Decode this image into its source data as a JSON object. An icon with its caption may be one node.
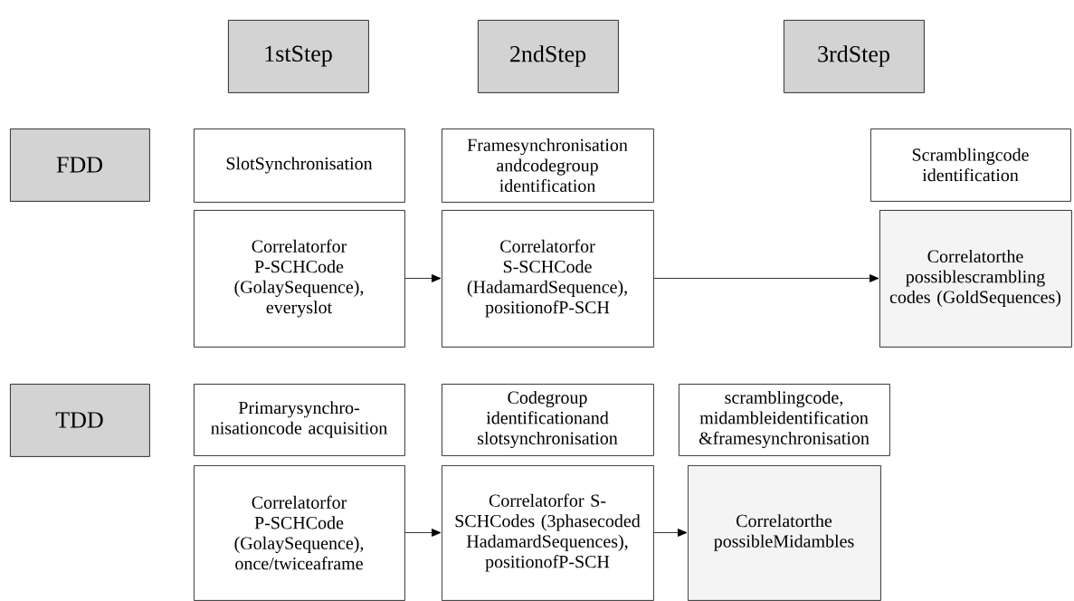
{
  "diagram": {
    "nodes": [
      {
        "text": [
          "1stStep"
        ]
      },
      {
        "text": [
          "2ndStep"
        ]
      },
      {
        "text": [
          "3rdStep"
        ]
      },
      {
        "text": [
          "FDD"
        ]
      },
      {
        "text": [
          "SlotSynchronisation"
        ]
      },
      {
        "text": [
          "Framesynchronisation andcodegroup identification"
        ]
      },
      {
        "text": [
          "Scramblingcode identification"
        ]
      },
      {
        "text": [
          "Correlatorfor P-SCHCode (GolaySequence), everyslot"
        ]
      },
      {
        "text": [
          "Correlatorfor S-SCHCode (HadamardSequence), positionofP-SCH"
        ]
      },
      {
        "text": [
          "Correlatorthe possiblescrambling codes (GoldSequences)"
        ]
      },
      {
        "text": [
          "TDD"
        ]
      },
      {
        "text": [
          "Primarysynchro- nisationcode acquisition"
        ]
      },
      {
        "text": [
          "Codegroup identificationand slotsynchronisation"
        ]
      },
      {
        "text": [
          "scramblingcode, midambleidentification &framesynchronisation"
        ]
      },
      {
        "text": [
          "Correlatorfor P-SCHCode (GolaySequence), once/twiceaframe"
        ]
      },
      {
        "text": [
          "Correlatorfor S-SCHCodes (3phasecoded HadamardSequences), positionofP-SCH"
        ]
      },
      {
        "text": [
          "Correlatorthe possibleMidambles"
        ]
      }
    ],
    "edges": [
      {
        "from": 7,
        "to": 8,
        "arrow": "to"
      },
      {
        "from": 8,
        "to": 9,
        "arrow": "to"
      },
      {
        "from": 14,
        "to": 15,
        "arrow": "to"
      },
      {
        "from": 15,
        "to": 16,
        "arrow": "to"
      }
    ]
  }
}
